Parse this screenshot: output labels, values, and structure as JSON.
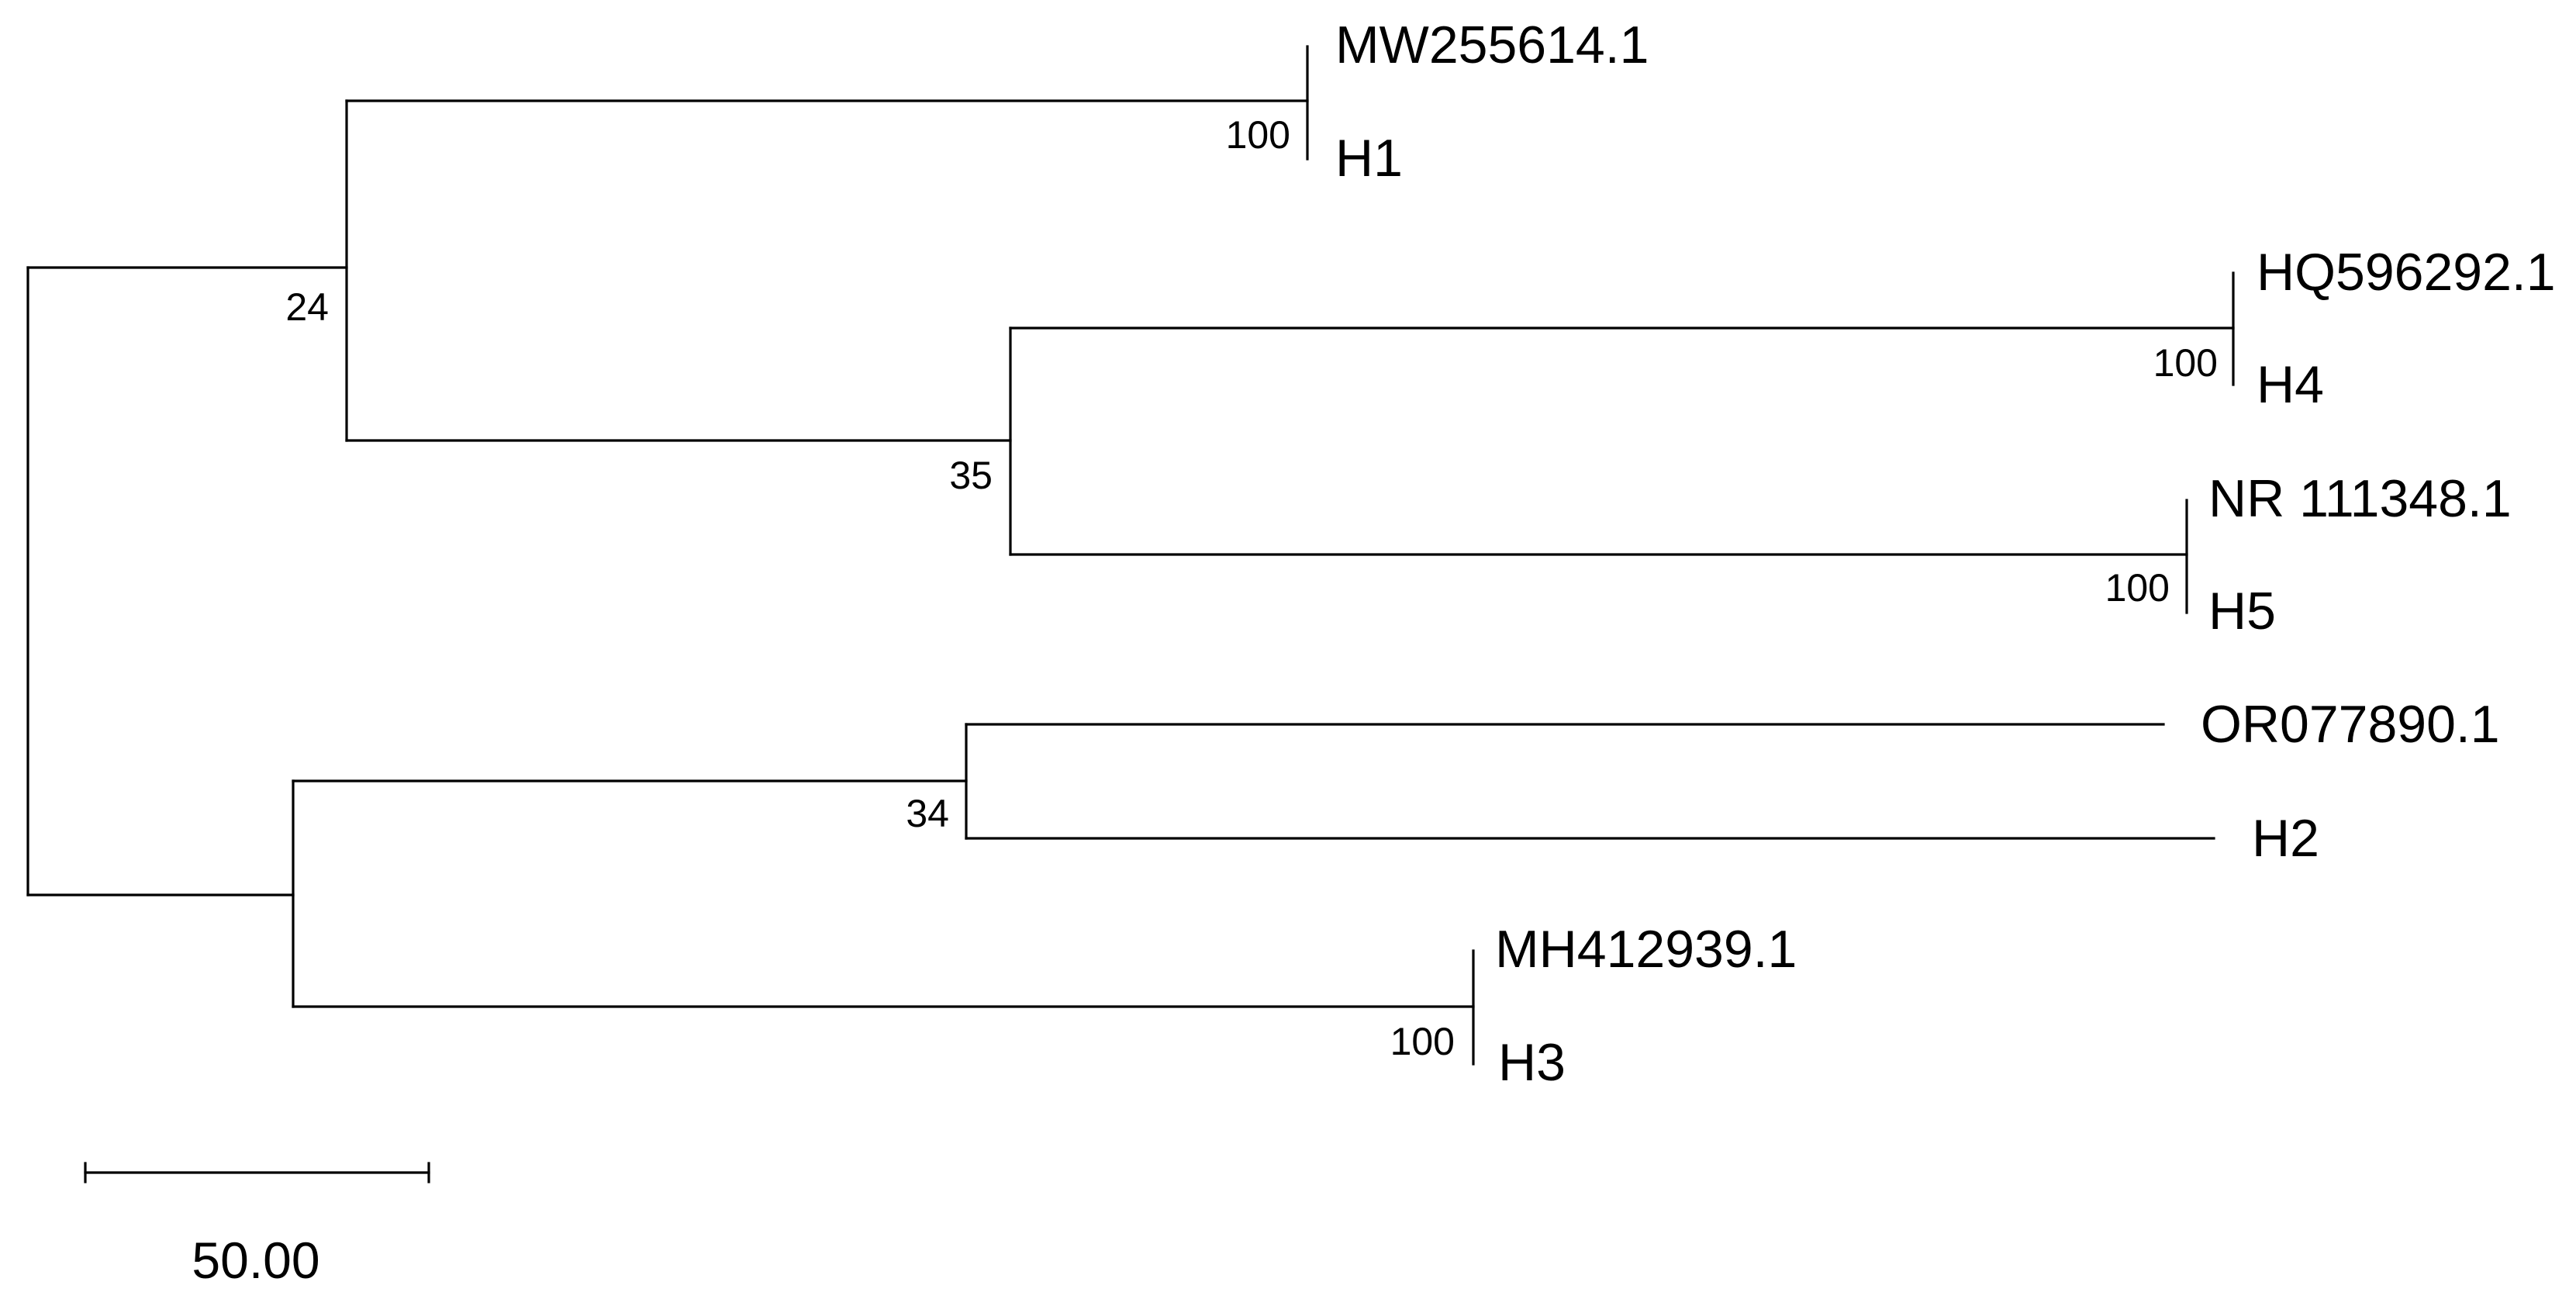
{
  "tree": {
    "leaves": {
      "mw255614": "MW255614.1",
      "h1": "H1",
      "hq596292": "HQ596292.1",
      "h4": "H4",
      "nr111348": "NR 111348.1",
      "h5": "H5",
      "or077890": "OR077890.1",
      "h2": "H2",
      "mh412939": "MH412939.1",
      "h3": "H3"
    },
    "support": {
      "mw255614_h1": "100",
      "hq596292_h4": "100",
      "nr111348_h5": "100",
      "mh412939_h3": "100",
      "outer_upper": "24",
      "inner_upper": "35",
      "inner_lower": "34"
    },
    "scale_bar": {
      "label": "50.00",
      "length": 50.0
    }
  }
}
